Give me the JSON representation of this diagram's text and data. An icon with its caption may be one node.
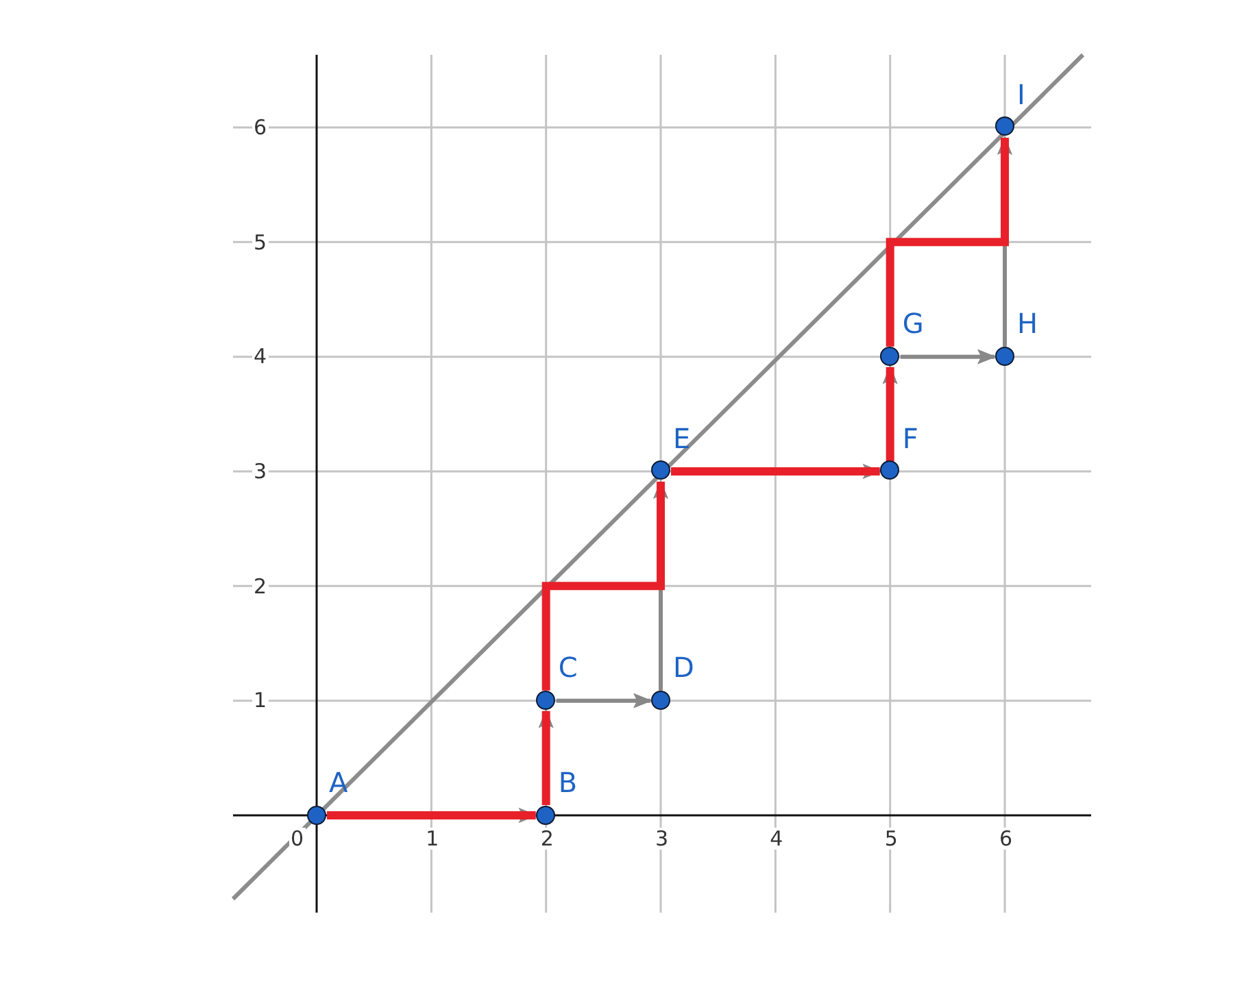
{
  "diagram": {
    "nodes": [
      {
        "text": [],
        "shape": "circle",
        "beside": [
          "A"
        ]
      },
      {
        "text": [],
        "shape": "circle",
        "beside": [
          "B"
        ]
      },
      {
        "text": [],
        "shape": "circle",
        "beside": [
          "C"
        ]
      },
      {
        "text": [],
        "shape": "circle",
        "beside": [
          "D"
        ]
      },
      {
        "text": [],
        "shape": "circle",
        "beside": [
          "E"
        ]
      },
      {
        "text": [],
        "shape": "circle",
        "beside": [
          "F"
        ]
      },
      {
        "text": [],
        "shape": "circle",
        "beside": [
          "G"
        ]
      },
      {
        "text": [],
        "shape": "circle",
        "beside": [
          "H"
        ]
      },
      {
        "text": [],
        "shape": "circle",
        "beside": [
          "I"
        ]
      }
    ],
    "edges": [
      {
        "from": 0,
        "to": 1,
        "arrow": "to"
      },
      {
        "from": 1,
        "to": 2,
        "arrow": "to"
      },
      {
        "from": 2,
        "to": 3,
        "arrow": "to"
      },
      {
        "from": 3,
        "to": 4,
        "arrow": "to"
      },
      {
        "from": 4,
        "to": 5,
        "arrow": "to"
      },
      {
        "from": 5,
        "to": 6,
        "arrow": "to"
      },
      {
        "from": 6,
        "to": 7,
        "arrow": "to"
      },
      {
        "from": 7,
        "to": 8,
        "arrow": "to"
      },
      {
        "from": 0,
        "to": 1,
        "arrow": "none",
        "style": "thick",
        "color": "#e8202a"
      },
      {
        "from": 1,
        "to": 2,
        "arrow": "none",
        "style": "thick",
        "color": "#e8202a"
      },
      {
        "from": 2,
        "to": 4,
        "arrow": "none",
        "style": "thick",
        "color": "#e8202a"
      },
      {
        "from": 4,
        "to": 5,
        "arrow": "none",
        "style": "thick",
        "color": "#e8202a"
      },
      {
        "from": 5,
        "to": 6,
        "arrow": "none",
        "style": "thick",
        "color": "#e8202a"
      },
      {
        "from": 6,
        "to": 8,
        "arrow": "none",
        "style": "thick",
        "color": "#e8202a"
      }
    ],
    "labels": [
      "0",
      "1",
      "2",
      "3",
      "4",
      "5",
      "6",
      "1",
      "2",
      "3",
      "4",
      "5",
      "6"
    ]
  }
}
